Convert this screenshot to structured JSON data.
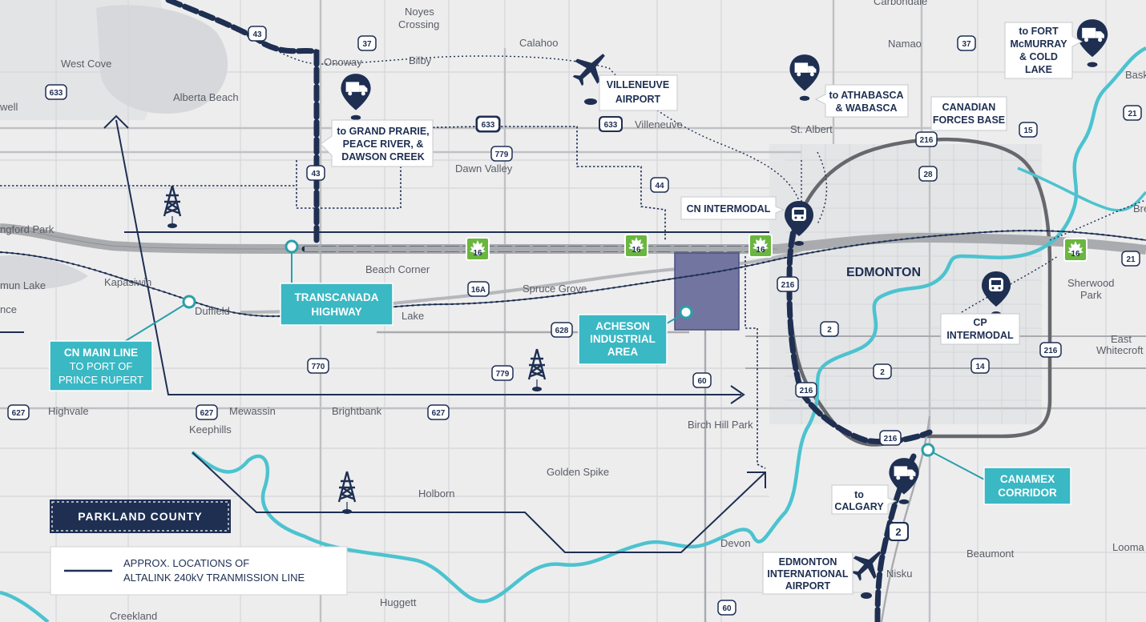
{
  "places": {
    "noyes_crossing_1": "Noyes",
    "noyes_crossing_2": "Crossing",
    "carbondale": "Carbondale",
    "calahoo": "Calahoo",
    "namao": "Namao",
    "west_cove": "West Cove",
    "onoway": "Onoway",
    "bilby": "Bilby",
    "alberta_beach": "Alberta Beach",
    "villeneuve": "Villeneuve",
    "st_albert": "St. Albert",
    "dawn_valley": "Dawn Valley",
    "langford_park": "ngford Park",
    "kapasiwin": "Kapasiwin",
    "beach_corner": "Beach Corner",
    "spruce_grove": "Spruce Grove",
    "wabamun_lake": "mun Lake",
    "duffield": "Duffield",
    "lake": "Lake",
    "edmonton": "EDMONTON",
    "sherwood_park_1": "Sherwood",
    "sherwood_park_2": "Park",
    "east_whitecroft_1": "East",
    "east_whitecroft_2": "Whitecroft",
    "highvale": "Highvale",
    "keephills": "Keephills",
    "mewassin": "Mewassin",
    "brightbank": "Brightbank",
    "birch_hill_park": "Birch Hill Park",
    "golden_spike": "Golden Spike",
    "holborn": "Holborn",
    "devon": "Devon",
    "beaumont": "Beaumont",
    "nisku": "Nisku",
    "huggett": "Huggett",
    "creekland": "Creekland",
    "looma": "Looma",
    "bask": "Bask",
    "bre": "Bre",
    "well": "well",
    "nce": "nce"
  },
  "highway_shields": {
    "h43a": "43",
    "h37a": "37",
    "h37b": "37",
    "h633a": "633",
    "h633b": "633",
    "h633c": "633",
    "h779a": "779",
    "h43b": "43",
    "h44": "44",
    "h216a": "216",
    "h28": "28",
    "h15": "15",
    "h21a": "21",
    "h21b": "21",
    "h216b": "216",
    "h16a": "16A",
    "h628": "628",
    "h2a": "2",
    "h2b": "2",
    "h14": "14",
    "h216c": "216",
    "h770": "770",
    "h779b": "779",
    "h60a": "60",
    "h627a": "627",
    "h627b": "627",
    "h627c": "627",
    "h216d": "216",
    "h216e": "216",
    "h2c": "2",
    "h60b": "60"
  },
  "trans_canada_shields": {
    "tc1": "16",
    "tc2": "16",
    "tc3": "16",
    "tc4": "16"
  },
  "callouts": {
    "villeneuve_airport_1": "VILLENEUVE",
    "villeneuve_airport_2": "AIRPORT",
    "grand_prairie_1": "to GRAND PRARIE,",
    "grand_prairie_2": "PEACE RIVER, &",
    "grand_prairie_3": "DAWSON CREEK",
    "athabasca_1": "to ATHABASCA",
    "athabasca_2": "& WABASCA",
    "fort_mcmurray_1": "to FORT",
    "fort_mcmurray_2": "McMURRAY",
    "fort_mcmurray_3": "& COLD",
    "fort_mcmurray_4": "LAKE",
    "cfb_1": "CANADIAN",
    "cfb_2": "FORCES BASE",
    "cn_intermodal": "CN INTERMODAL",
    "cp_intermodal_1": "CP",
    "cp_intermodal_2": "INTERMODAL",
    "calgary_1": "to",
    "calgary_2": "CALGARY",
    "eia_1": "EDMONTON",
    "eia_2": "INTERNATIONAL",
    "eia_3": "AIRPORT"
  },
  "teal_labels": {
    "transcanada_1": "TRANSCANADA",
    "transcanada_2": "HIGHWAY",
    "acheson_1": "ACHESON",
    "acheson_2": "INDUSTRIAL",
    "acheson_3": "AREA",
    "cn_main_1": "CN MAIN LINE",
    "cn_main_2": "TO PORT OF",
    "cn_main_3": "PRINCE RUPERT",
    "canamex_1": "CANAMEX",
    "canamex_2": "CORRIDOR"
  },
  "county_label": "PARKLAND COUNTY",
  "legend": {
    "line1": "APPROX. LOCATIONS OF",
    "line2": "ALTALINK 240kV TRANMISSION LINE"
  },
  "colors": {
    "background": "#ededee",
    "navy": "#1e2f52",
    "teal": "#3ab8c4",
    "river": "#4cc3cf",
    "highway": "#a9abae",
    "industrial": "#7275a0",
    "trans_canada_green": "#6ab63f"
  },
  "icons": [
    "truck-pin-icon",
    "airplane-icon",
    "train-pin-icon",
    "transmission-tower-icon",
    "maple-leaf-shield-icon"
  ]
}
